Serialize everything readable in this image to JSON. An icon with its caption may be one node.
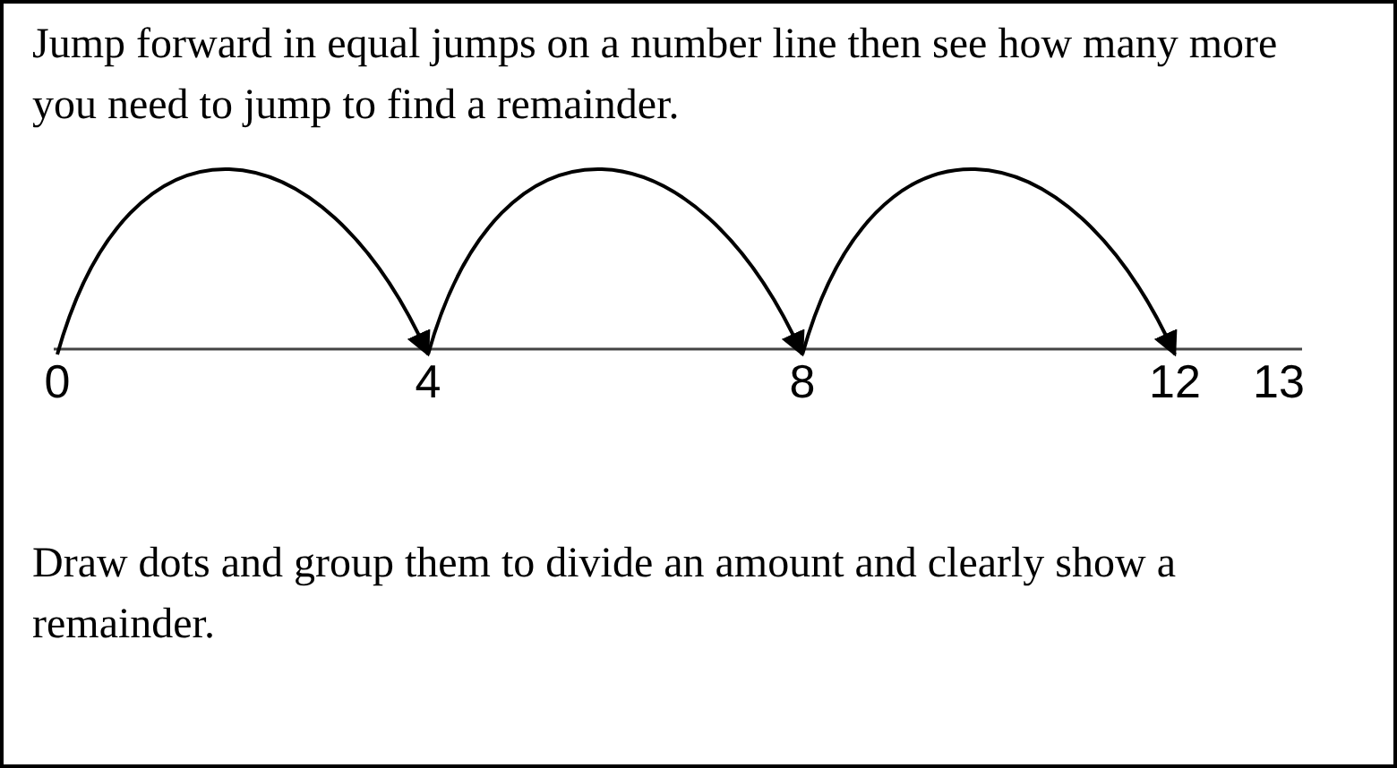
{
  "diagram": {
    "nodes": [
      {
        "text": [
          "0"
        ]
      },
      {
        "text": [
          "4"
        ]
      },
      {
        "text": [
          "8"
        ]
      },
      {
        "text": [
          "12"
        ]
      },
      {
        "text": [
          "13"
        ]
      }
    ],
    "edges": [
      {
        "from": 0,
        "to": 1,
        "arrow": "to"
      },
      {
        "from": 1,
        "to": 2,
        "arrow": "to"
      },
      {
        "from": 2,
        "to": 3,
        "arrow": "to"
      }
    ],
    "labels": [
      "Jump forward in equal jumps on a number line then see how many more you need to jump to find a remainder.",
      "Draw dots and group them to divide an amount and clearly show a remainder."
    ]
  }
}
